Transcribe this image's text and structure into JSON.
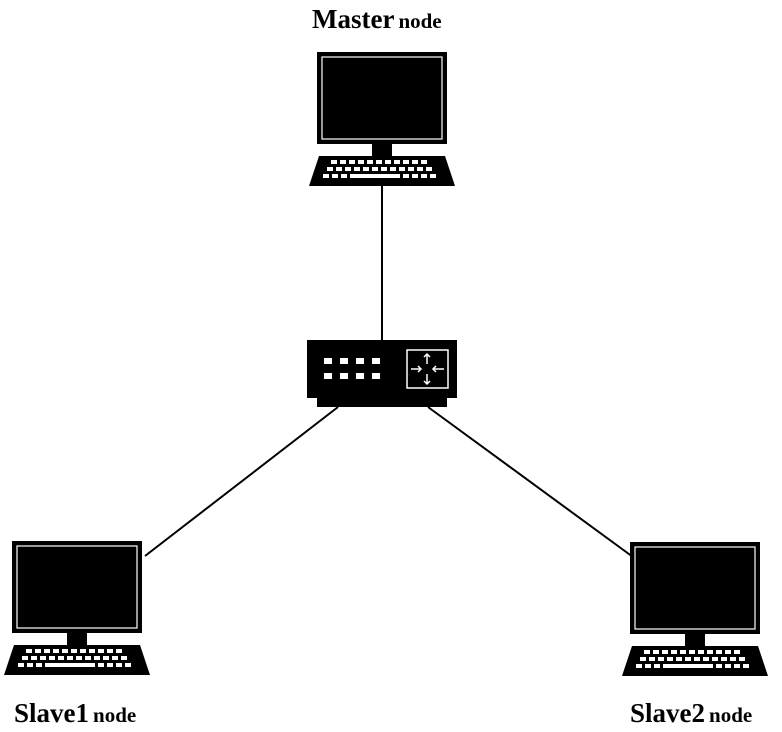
{
  "nodes": {
    "master": {
      "name": "Master",
      "suffix": "node"
    },
    "slave1": {
      "name": "Slave1",
      "suffix": "node"
    },
    "slave2": {
      "name": "Slave2",
      "suffix": "node"
    }
  },
  "device_icons": {
    "computer": "desktop-computer-icon",
    "switch": "network-switch-icon"
  },
  "colors": {
    "foreground": "#000000",
    "background": "#ffffff"
  }
}
